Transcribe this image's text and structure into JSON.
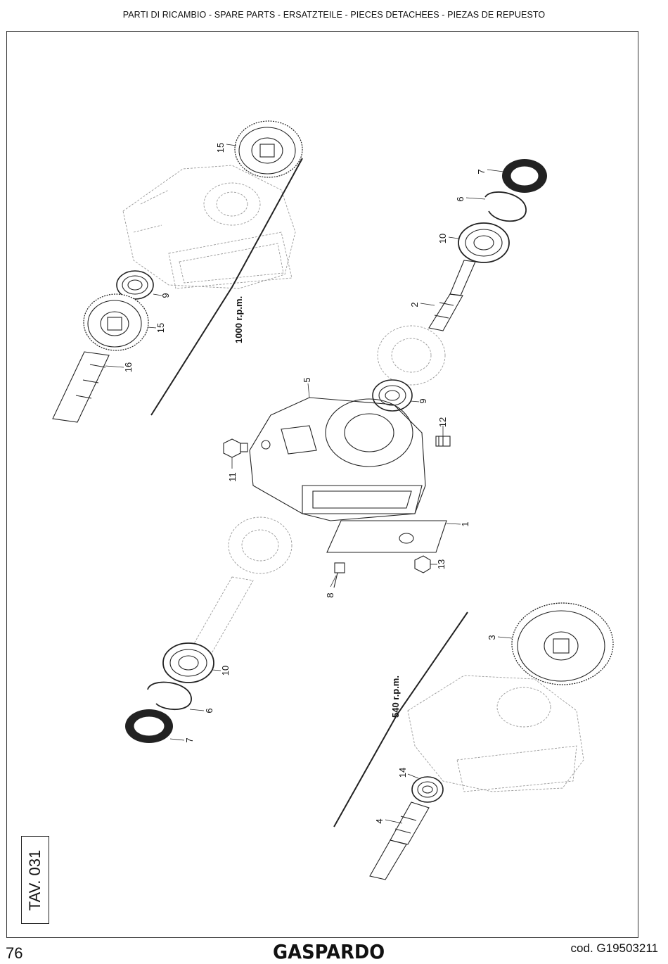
{
  "header": {
    "title": "PARTI DI RICAMBIO - SPARE PARTS - ERSATZTEILE - PIECES DETACHEES - PIEZAS DE REPUESTO"
  },
  "table": {
    "label": "TAV. 031"
  },
  "footer": {
    "page_number": "76",
    "brand": "GASPARDO",
    "code": "cod.  G19503211"
  },
  "drawing": {
    "speed_labels": {
      "upper": "1000 r.p.m.",
      "lower": "540 r.p.m."
    },
    "callouts": {
      "c15a": "15",
      "c15b": "15",
      "c9a": "9",
      "c9b": "9",
      "c16": "16",
      "c7a": "7",
      "c7b": "7",
      "c6a": "6",
      "c6b": "6",
      "c10a": "10",
      "c10b": "10",
      "c2": "2",
      "c5": "5",
      "c12": "12",
      "c11": "11",
      "c1": "1",
      "c13": "13",
      "c8": "8",
      "c3": "3",
      "c14": "14",
      "c4": "4"
    }
  }
}
